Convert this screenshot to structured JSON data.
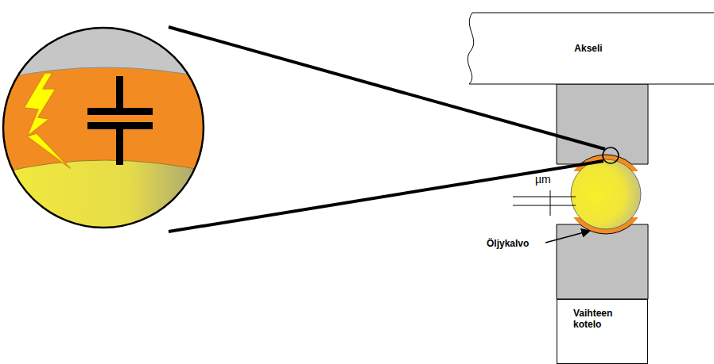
{
  "diagram": {
    "nodes": [
      {
        "text": [
          "Akseli"
        ]
      },
      {
        "text": [
          "Vaihteen kotelo"
        ]
      }
    ],
    "labels": [
      "µm",
      "Öljykalvo"
    ]
  }
}
